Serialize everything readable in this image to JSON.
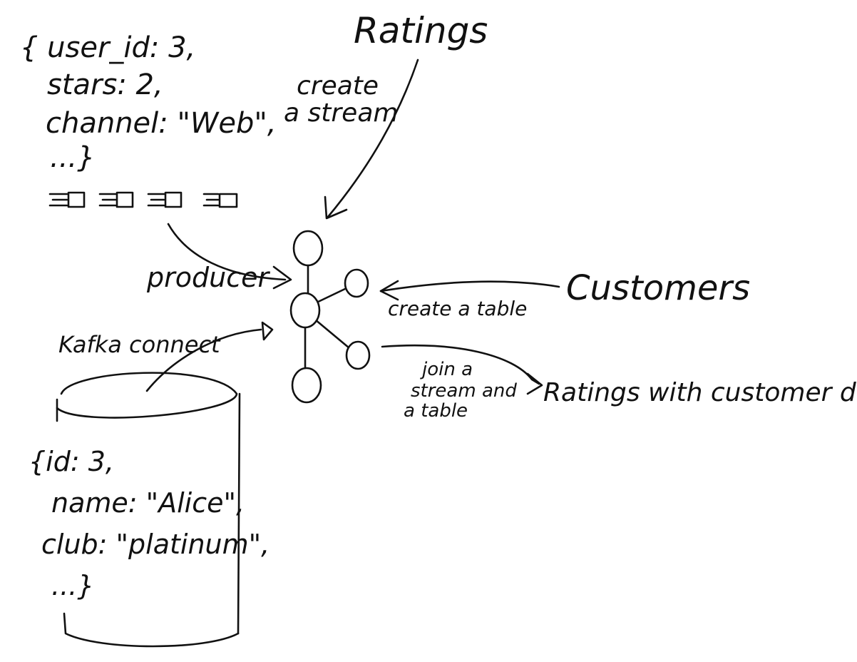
{
  "rating_record": {
    "line1": "{ user_id: 3,",
    "line2": "stars: 2,",
    "line3": "channel: \"Web\",",
    "line4": "...}"
  },
  "producer_label": "producer",
  "ratings_label": "Ratings",
  "create_stream_line1": "create",
  "create_stream_line2": "a stream",
  "customers_label": "Customers",
  "create_table_label": "create a table",
  "kafka_connect_label": "Kafka connect",
  "join_line1": "join a",
  "join_line2": "stream and",
  "join_line3": "a table",
  "output_label": "Ratings with customer data",
  "customer_record": {
    "line1": "{id: 3,",
    "line2": "name: \"Alice\",",
    "line3": "club: \"platinum\",",
    "line4": "...}"
  }
}
